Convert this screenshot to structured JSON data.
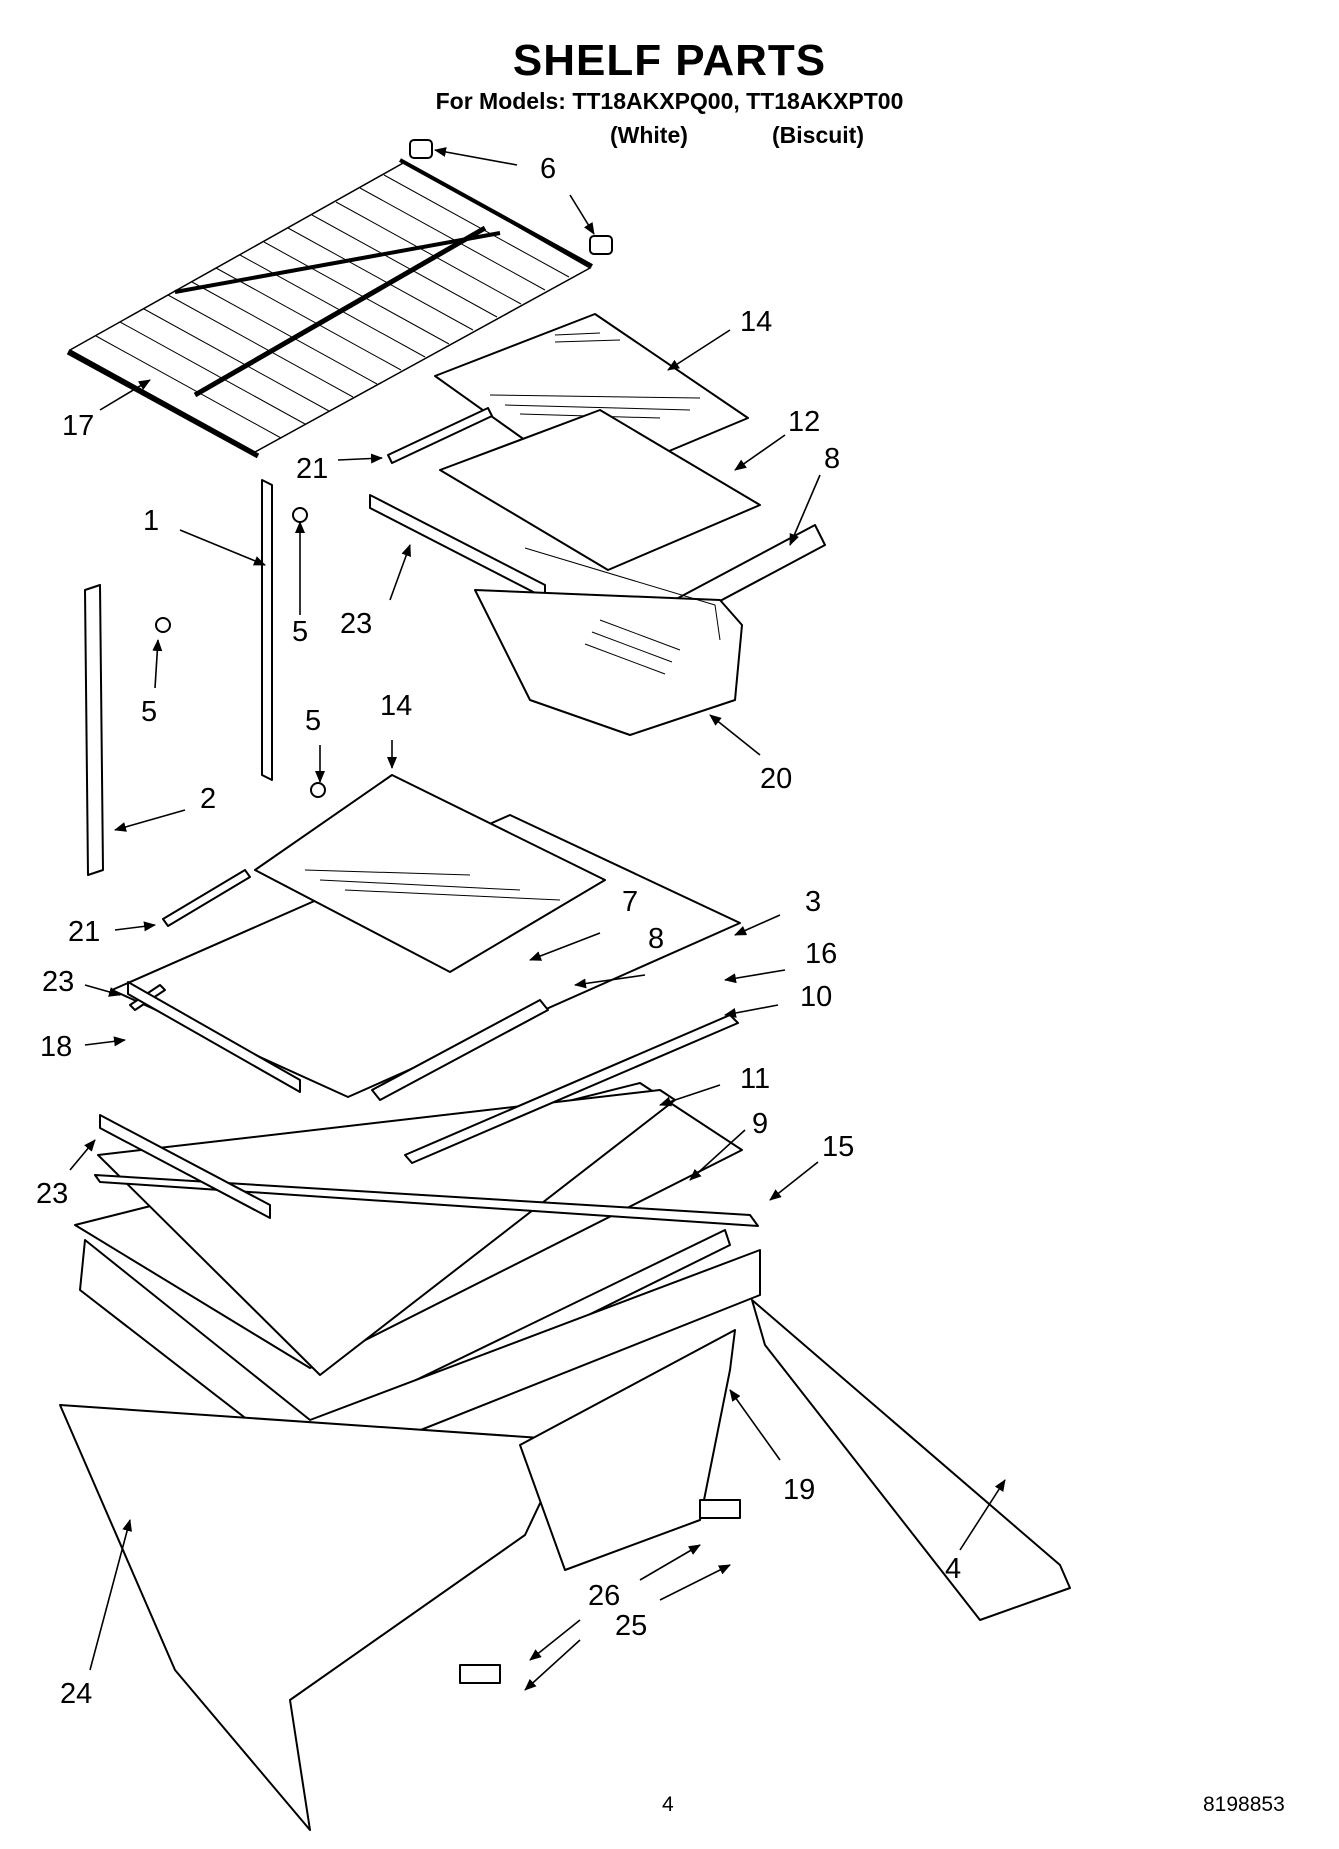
{
  "header": {
    "title": "SHELF PARTS",
    "subtitle": "For Models: TT18AKXPQ00, TT18AKXPT00",
    "color_white": "(White)",
    "color_biscuit": "(Biscuit)"
  },
  "callouts": [
    "6",
    "14",
    "17",
    "12",
    "21",
    "8",
    "1",
    "5",
    "23",
    "5",
    "5",
    "20",
    "14",
    "2",
    "3",
    "7",
    "21",
    "8",
    "16",
    "23",
    "10",
    "18",
    "11",
    "9",
    "23",
    "15",
    "19",
    "4",
    "26",
    "25",
    "24"
  ],
  "footer": {
    "page_number": "4",
    "doc_number": "8198853"
  }
}
